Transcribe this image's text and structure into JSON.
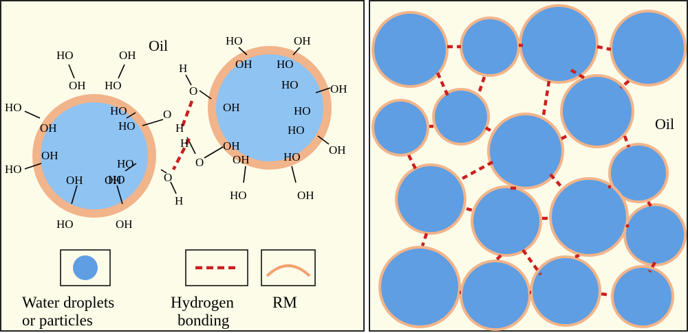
{
  "left": {
    "oil_label": "Oil",
    "oh": "OH",
    "ho": "HO",
    "o": "O",
    "h": "H",
    "legend": {
      "water_label_line1": "Water droplets",
      "water_label_line2": "or particles",
      "hbond_label_line1": "Hydrogen",
      "hbond_label_line2": "bonding",
      "rm_label": "RM"
    }
  },
  "right": {
    "oil_label": "Oil"
  },
  "colors": {
    "background": "#fdfce9",
    "shell": "#f2b48a",
    "core_left": "#8fc3f2",
    "droplet": "#5f9ee2",
    "hbond": "#cc1f1f"
  }
}
